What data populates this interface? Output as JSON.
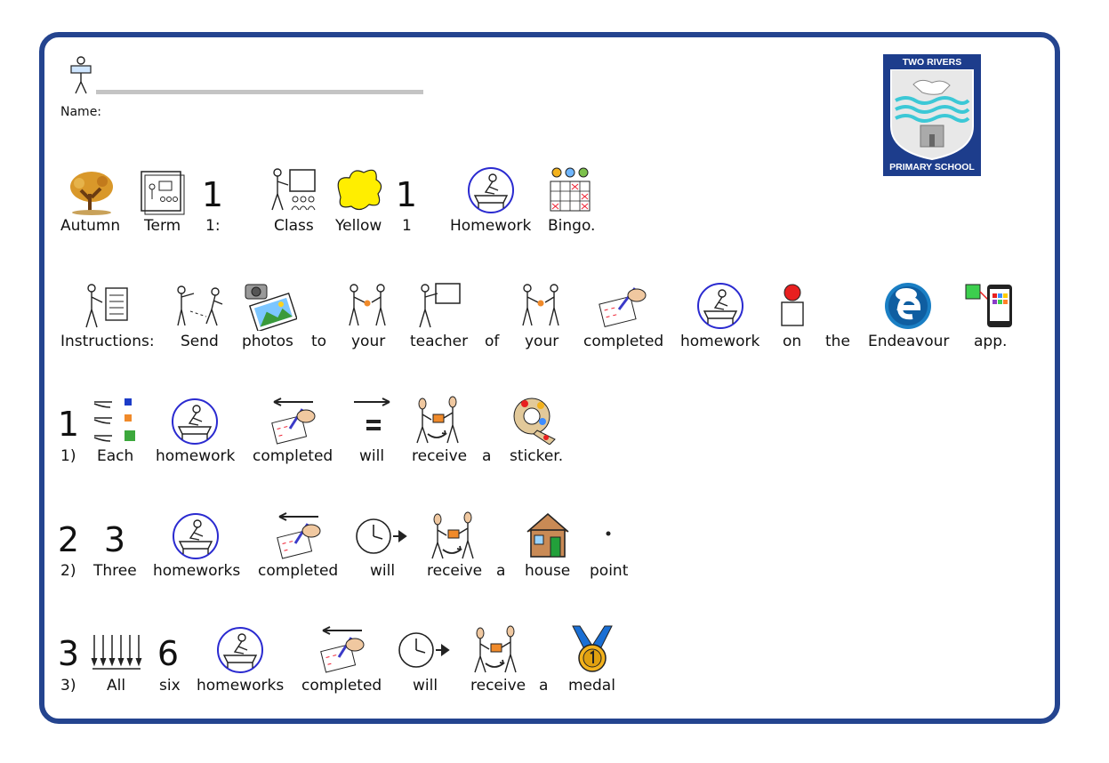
{
  "header": {
    "name_label": "Name:",
    "name_icon": "person-holding-name-card-icon",
    "logo": {
      "top_text": "TWO RIVERS",
      "bottom_text": "PRIMARY SCHOOL"
    }
  },
  "title_row": {
    "words": [
      "Autumn",
      "Term",
      "1:",
      "Class",
      "Yellow",
      "1",
      "Homework",
      "Bingo."
    ],
    "symbols": [
      "autumn-tree-icon",
      "term-calendar-icon",
      "1",
      "class-icon",
      "yellow-splash-icon",
      "1",
      "homework-icon",
      "bingo-card-icon"
    ]
  },
  "instructions_row": {
    "words": [
      "Instructions:",
      "Send",
      "photos",
      "to",
      "your",
      "teacher",
      "of",
      "your",
      "completed",
      "homework",
      "on",
      "the",
      "Endeavour",
      "app."
    ],
    "symbols": [
      "instructions-icon",
      "send-icon",
      "photos-icon",
      "",
      "your-icon",
      "teacher-icon",
      "",
      "your-icon",
      "completed-icon",
      "homework-icon",
      "on-icon",
      "",
      "endeavour-app-icon",
      "app-icon"
    ]
  },
  "rule_1": {
    "words": [
      "1)",
      "Each",
      "homework",
      "completed",
      "will",
      "receive",
      "a",
      "sticker."
    ],
    "symbols": [
      "1",
      "each-icon",
      "homework-icon",
      "completed-icon",
      "will-icon",
      "receive-icon",
      "",
      "sticker-icon"
    ]
  },
  "rule_2": {
    "words": [
      "2)",
      "Three",
      "homeworks",
      "completed",
      "will",
      "receive",
      "a",
      "house",
      "point"
    ],
    "symbols": [
      "2",
      "3",
      "homework-icon",
      "completed-icon",
      "will-icon",
      "receive-icon",
      "",
      "house-icon",
      "point-icon"
    ]
  },
  "rule_3": {
    "words": [
      "3)",
      "All",
      "six",
      "homeworks",
      "completed",
      "will",
      "receive",
      "a",
      "medal"
    ],
    "symbols": [
      "3",
      "all-icon",
      "6",
      "homework-icon",
      "completed-icon",
      "will-icon",
      "receive-icon",
      "",
      "medal-icon"
    ]
  },
  "colors": {
    "border": "#24448f",
    "logo_bg": "#1d3d8c",
    "circle_outline": "#2a2ad0",
    "splash": "#ffee00"
  }
}
